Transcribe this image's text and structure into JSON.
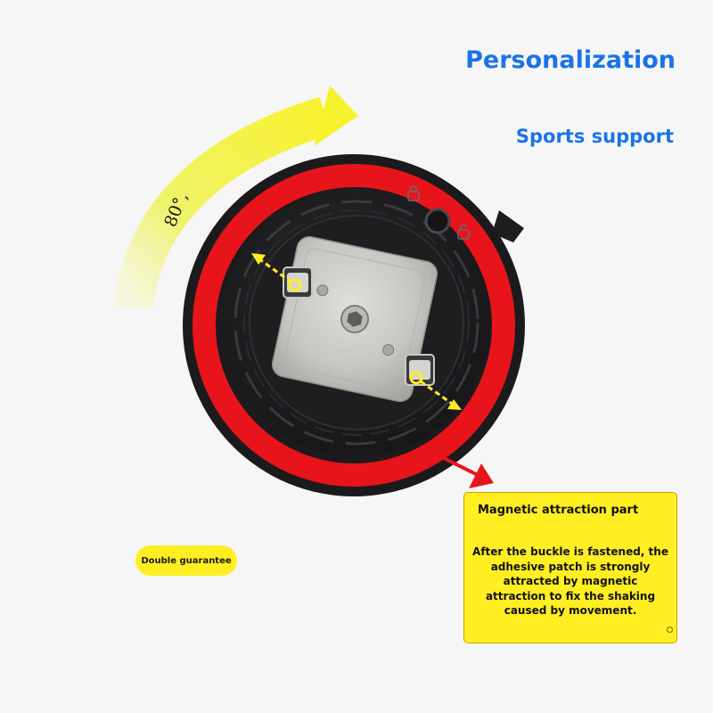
{
  "headings": {
    "title": "Personalization",
    "subtitle": "Sports support"
  },
  "rotation": {
    "label": "80°,"
  },
  "badge": {
    "label": "Double guarantee"
  },
  "callout": {
    "title": "Magnetic attraction part",
    "body": "After the buckle is fastened, the adhesive patch is strongly attracted by magnetic attraction to fix the shaking caused by movement."
  },
  "colors": {
    "heading_blue": "#1a73e8",
    "ring_red": "#e8141b",
    "highlight_yellow": "#ffee22",
    "arrow_yellow": "#f4f536",
    "mount_black": "#1c1c1e",
    "plate_silver": "#c9c9c6"
  },
  "icons": {
    "rotation_arrow": "curved-arrow-icon",
    "callout_pointer": "arrow-pointer-icon",
    "clip_direction": "double-arrow-icon"
  }
}
